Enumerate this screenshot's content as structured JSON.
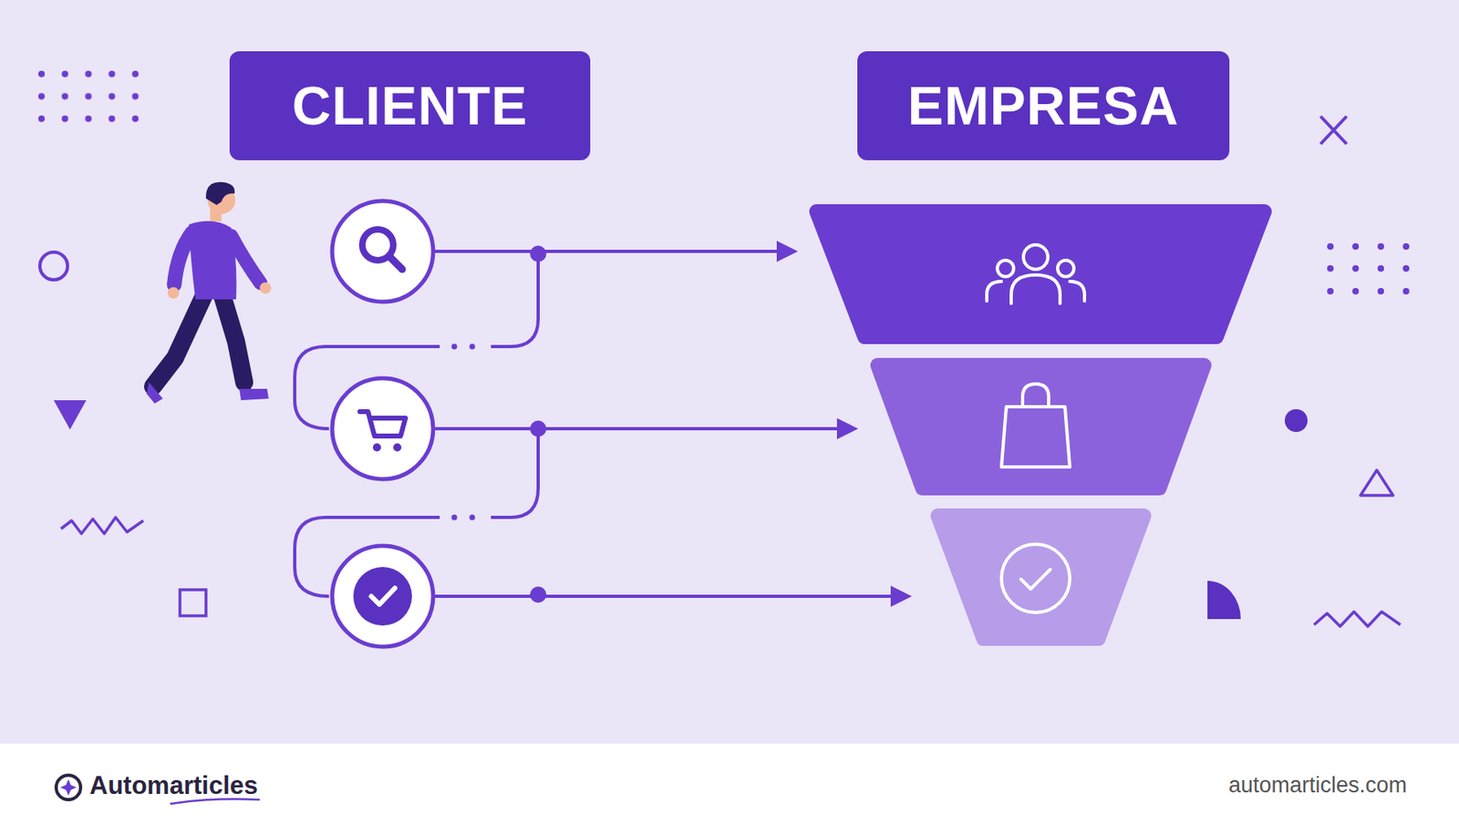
{
  "diagram": {
    "nodes": [
      {
        "text": [
          "CLIENTE"
        ]
      },
      {
        "text": [
          "EMPRESA"
        ]
      }
    ],
    "labels": [
      "Automarticles",
      "automarticles.com"
    ]
  }
}
